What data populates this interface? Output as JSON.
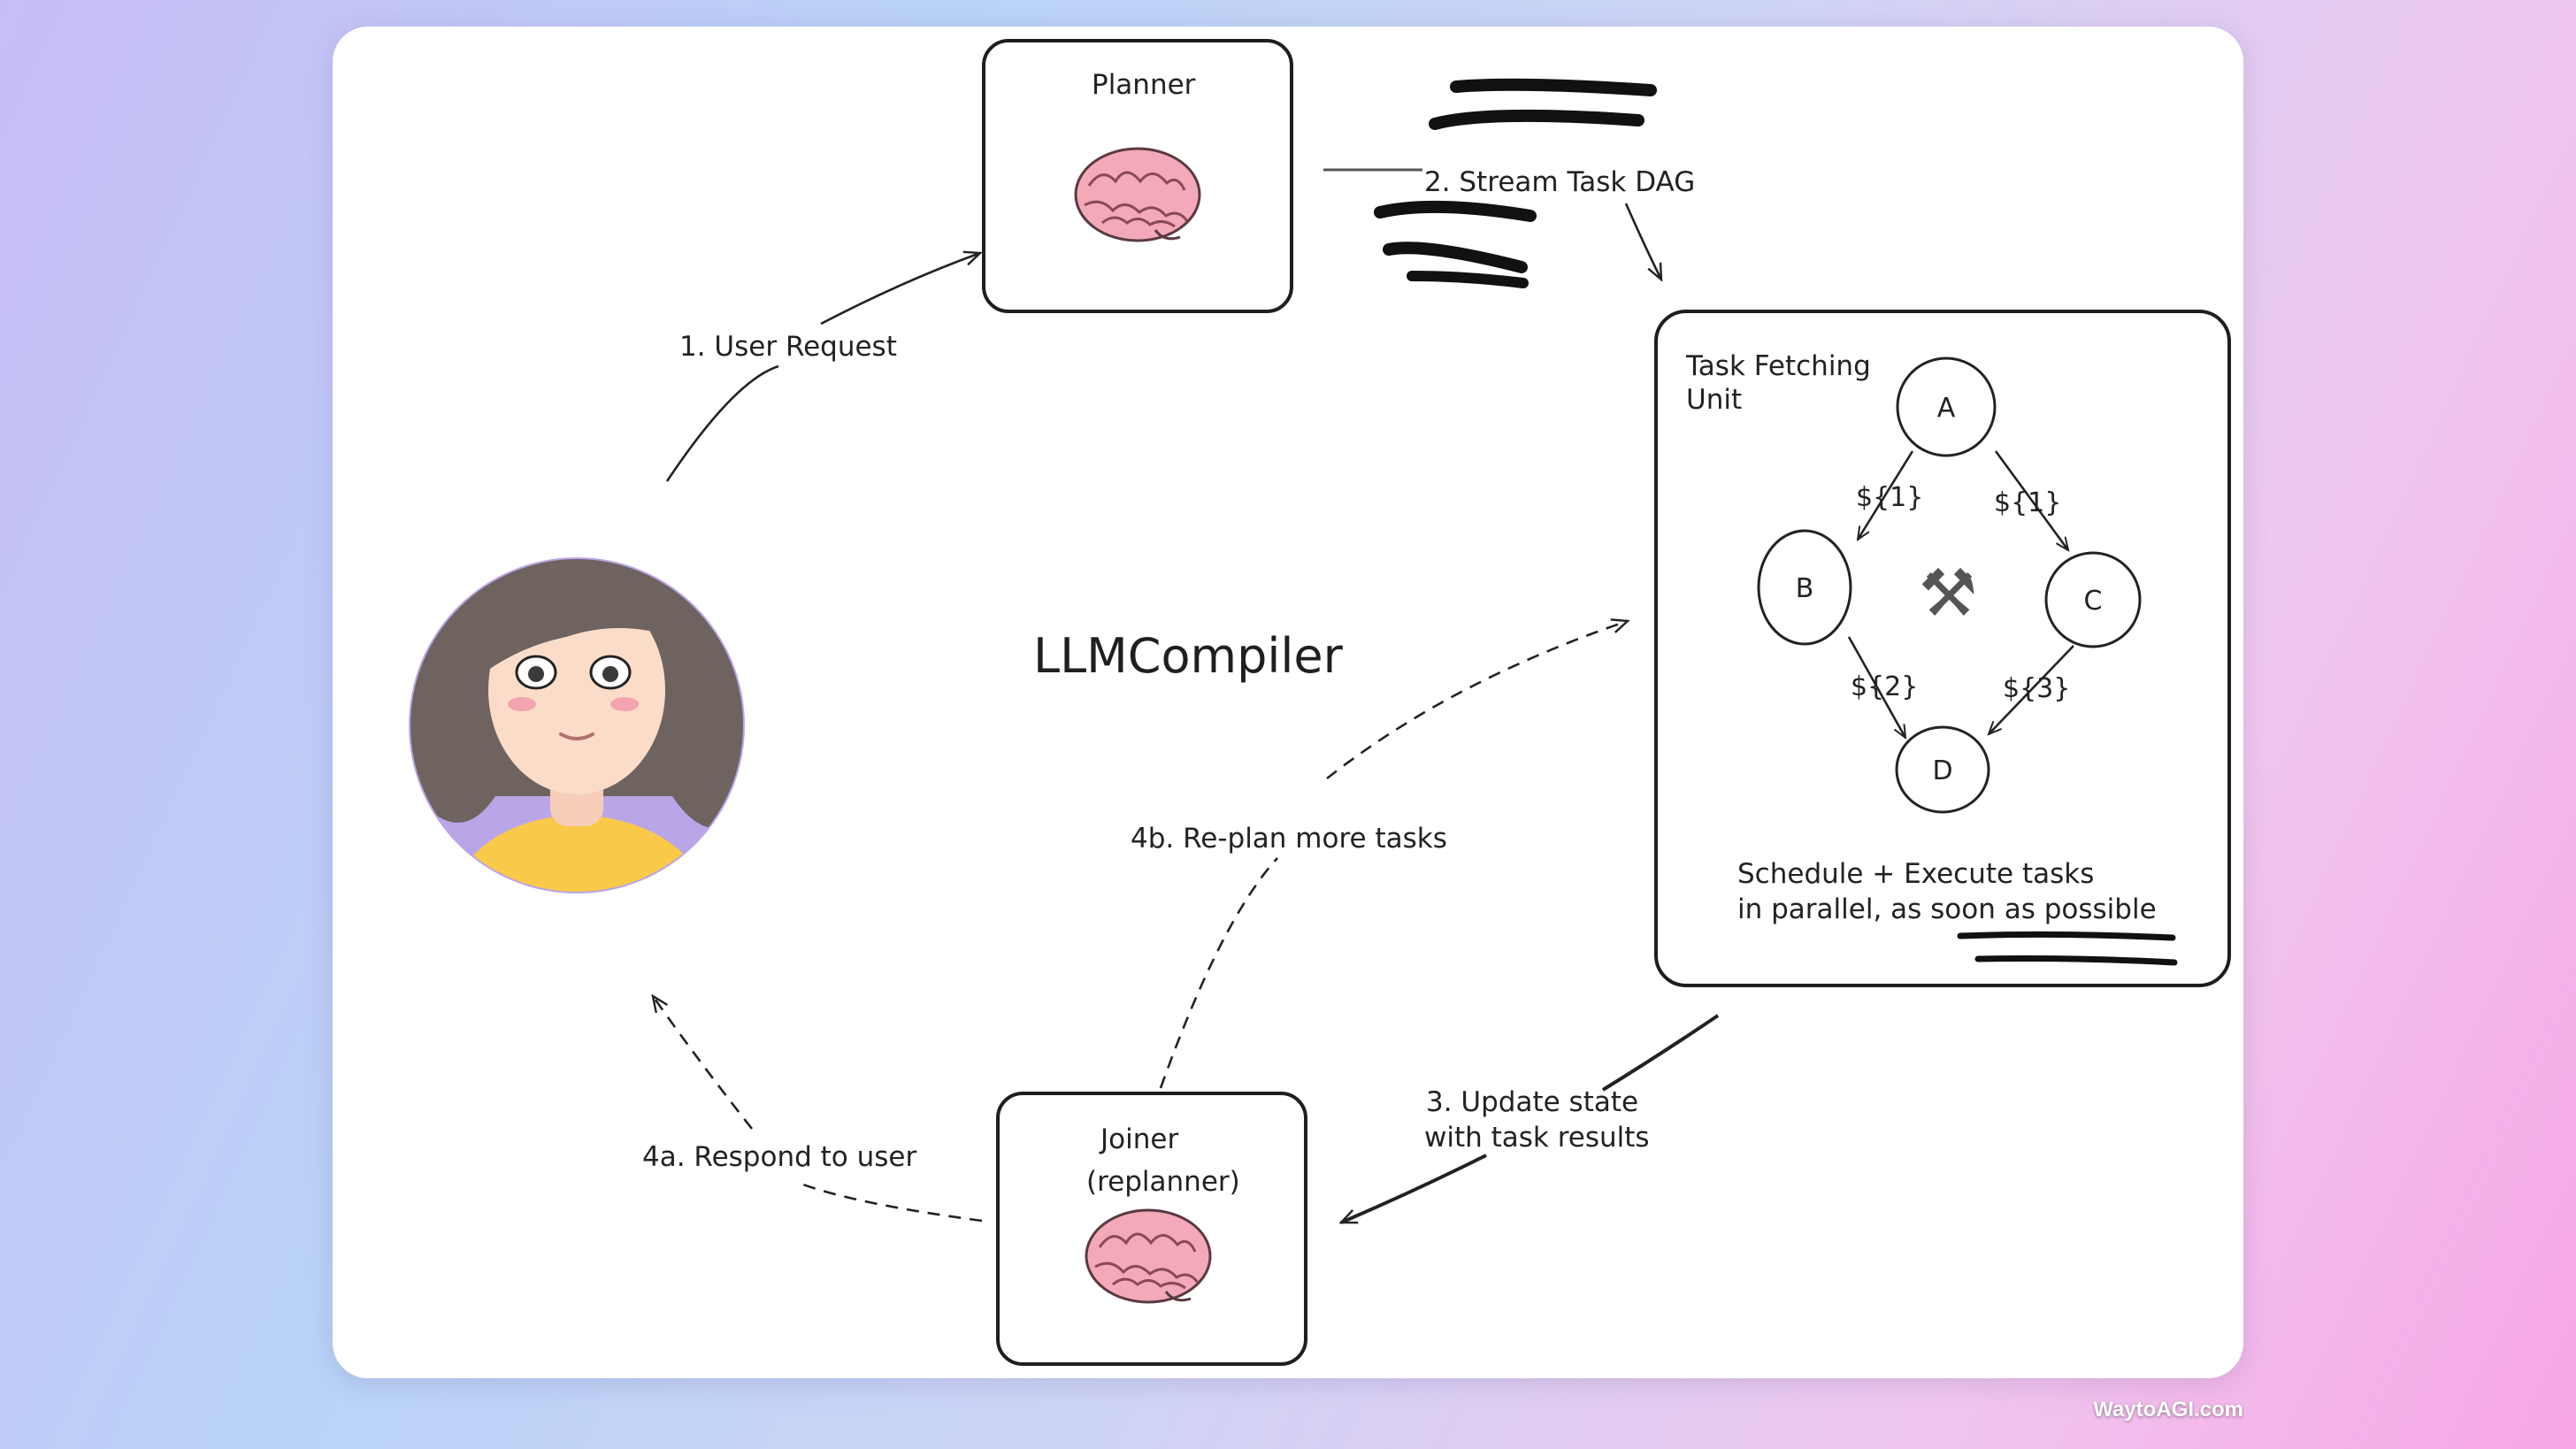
{
  "diagram": {
    "title": "LLMCompiler",
    "planner": {
      "label": "Planner"
    },
    "task_fetching_unit": {
      "label_line1": "Task Fetching",
      "label_line2": "Unit",
      "tool_icon": "hammer-and-wrench-icon",
      "tool_glyph": "⚒",
      "nodes": [
        "A",
        "B",
        "C",
        "D"
      ],
      "edges": [
        {
          "from": "A",
          "to": "B",
          "label": "${1}"
        },
        {
          "from": "A",
          "to": "C",
          "label": "${1}"
        },
        {
          "from": "B",
          "to": "D",
          "label": "${2}"
        },
        {
          "from": "C",
          "to": "D",
          "label": "${3}"
        }
      ],
      "note_line1": "Schedule + Execute tasks",
      "note_line2": "in parallel, as soon as possible"
    },
    "joiner": {
      "label": "Joiner",
      "sublabel": "(replanner)"
    },
    "steps": {
      "user_request": "1. User Request",
      "stream_task_dag": "2. Stream Task DAG",
      "update_state_line1": "3. Update state",
      "update_state_line2": "with task results",
      "respond_to_user": "4a. Respond to user",
      "replan": "4b. Re-plan more tasks"
    },
    "icons": [
      "brain-icon",
      "user-avatar",
      "hammer-and-wrench-icon"
    ],
    "colors": {
      "brain": "#f4a9b8",
      "avatar_bg": "#b8a6e8",
      "hair": "#6f6360",
      "shirt": "#f9c94a"
    }
  },
  "watermark": "WaytoAGI.com"
}
